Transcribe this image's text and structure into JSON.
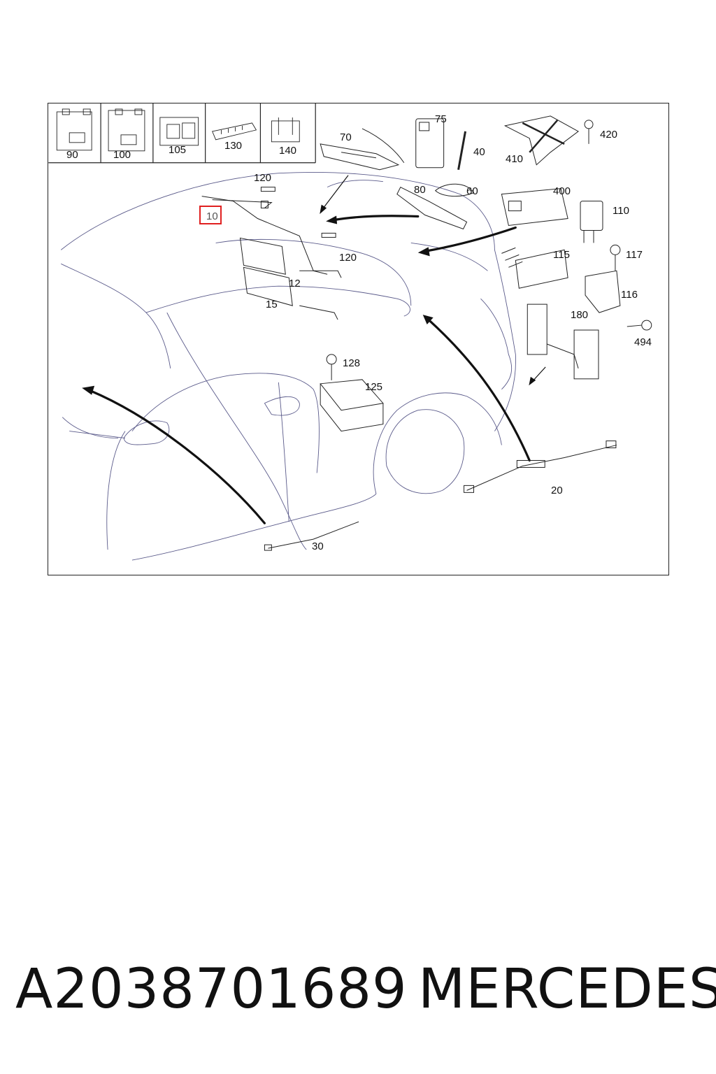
{
  "diagram": {
    "thumbnails": [
      {
        "label": "90"
      },
      {
        "label": "100"
      },
      {
        "label": "105"
      },
      {
        "label": "130"
      },
      {
        "label": "140"
      }
    ],
    "parts": {
      "p70": "70",
      "p75": "75",
      "p40": "40",
      "p410": "410",
      "p420": "420",
      "p80": "80",
      "p60": "60",
      "p400": "400",
      "p110": "110",
      "p120a": "120",
      "p10": "10",
      "p120b": "120",
      "p12": "12",
      "p15": "15",
      "p115": "115",
      "p117": "117",
      "p116": "116",
      "p494": "494",
      "p180": "180",
      "p128": "128",
      "p125": "125",
      "p20": "20",
      "p30": "30"
    },
    "highlighted_part": "10",
    "highlight_color": "#e02020",
    "line_color": "#3a3a6a"
  },
  "footer": {
    "part_number": "A2038701689",
    "brand": "MERCEDES"
  }
}
